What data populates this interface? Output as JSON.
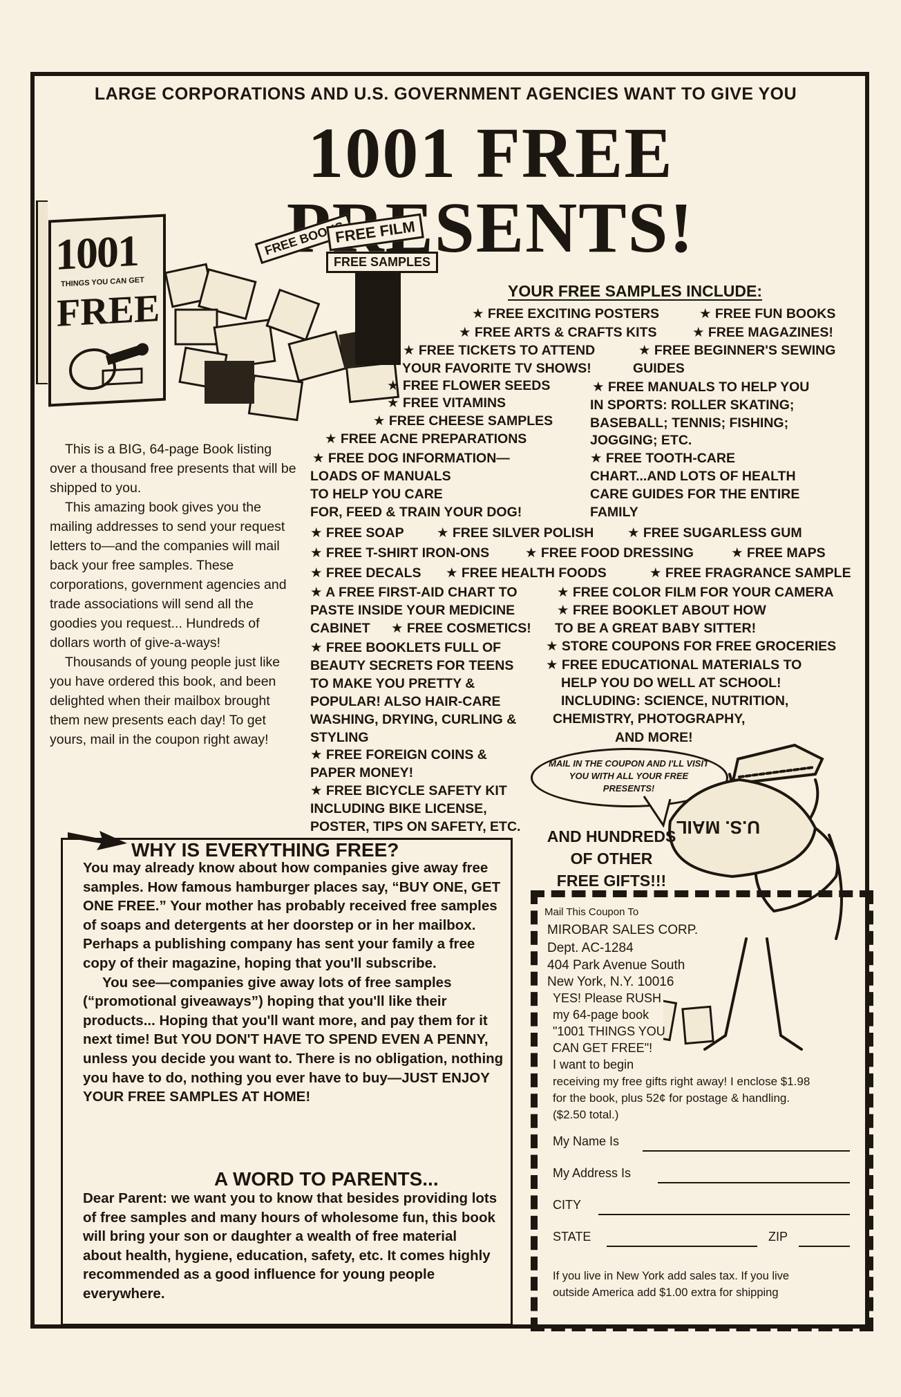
{
  "header": {
    "tagline": "LARGE CORPORATIONS AND U.S. GOVERNMENT AGENCIES WANT TO GIVE YOU",
    "title_line1": "1001 FREE",
    "title_line2": "PRESENTS!"
  },
  "book": {
    "number": "1001",
    "small_text": "THINGS YOU CAN GET",
    "big_word": "FREE",
    "tags": [
      "FREE BOOKS",
      "FREE FILM",
      "FREE SAMPLES"
    ]
  },
  "samples": {
    "heading": "YOUR FREE SAMPLES INCLUDE:",
    "lines": [
      "★ FREE EXCITING POSTERS",
      "★ FREE FUN BOOKS",
      "★ FREE ARTS & CRAFTS KITS",
      "★ FREE MAGAZINES!",
      "★ FREE TICKETS TO ATTEND",
      "YOUR FAVORITE TV SHOWS!",
      "★ FREE BEGINNER'S SEWING",
      "GUIDES",
      "★ FREE FLOWER SEEDS",
      "★ FREE VITAMINS",
      "★ FREE CHEESE SAMPLES",
      "★ FREE ACNE PREPARATIONS",
      "★ FREE MANUALS TO HELP YOU",
      "IN SPORTS: ROLLER SKATING;",
      "BASEBALL; TENNIS; FISHING;",
      "JOGGING; ETC.",
      "★ FREE DOG INFORMATION—",
      "LOADS OF MANUALS",
      "TO HELP YOU CARE",
      "FOR, FEED & TRAIN YOUR DOG!",
      "★ FREE TOOTH-CARE",
      "CHART...AND LOTS OF HEALTH",
      "CARE GUIDES FOR THE ENTIRE",
      "FAMILY",
      "★ FREE SOAP",
      "★ FREE SILVER POLISH",
      "★ FREE SUGARLESS GUM",
      "★ FREE T-SHIRT IRON-ONS",
      "★ FREE FOOD DRESSING",
      "★ FREE MAPS",
      "★ FREE DECALS",
      "★ FREE HEALTH FOODS",
      "★ FREE FRAGRANCE SAMPLE",
      "★ A FREE FIRST-AID CHART TO",
      "PASTE INSIDE YOUR MEDICINE",
      "CABINET",
      "★ FREE COSMETICS!",
      "★ FREE COLOR FILM FOR YOUR CAMERA",
      "★ FREE BOOKLET ABOUT HOW",
      "TO BE A GREAT BABY SITTER!",
      "★ FREE BOOKLETS FULL OF",
      "BEAUTY SECRETS FOR TEENS",
      "TO MAKE YOU PRETTY &",
      "POPULAR! ALSO HAIR-CARE",
      "WASHING, DRYING, CURLING &",
      "STYLING",
      "★ STORE COUPONS FOR FREE GROCERIES",
      "★ FREE EDUCATIONAL MATERIALS TO",
      "HELP YOU DO WELL AT SCHOOL!",
      "INCLUDING: SCIENCE, NUTRITION,",
      "CHEMISTRY, PHOTOGRAPHY,",
      "AND MORE!",
      "★ FREE FOREIGN COINS &",
      "PAPER MONEY!",
      "★ FREE BICYCLE SAFETY KIT",
      "INCLUDING BIKE LICENSE,",
      "POSTER, TIPS ON SAFETY, ETC."
    ]
  },
  "intro": {
    "paragraphs": [
      "This is a BIG, 64-page Book listing over a thousand free presents that will be shipped to you.",
      "This amazing book gives you the mailing addresses to send your request letters to—and the companies will mail back your free samples. These corporations, government agencies and trade associations will send all the goodies you request... Hundreds of dollars worth of give-a-ways!",
      "Thousands of young people just like you have ordered this book, and been delighted when their mailbox brought them new presents each day! To get yours, mail in the coupon right away!"
    ]
  },
  "why": {
    "title": "WHY IS EVERYTHING FREE?",
    "paragraphs": [
      "You may already know about how companies give away free samples. How famous hamburger places say, “BUY ONE, GET ONE FREE.” Your mother has probably received free samples of soaps and detergents at her doorstep or in her mailbox. Perhaps a publishing company has sent your family a free copy of their magazine, hoping that you'll subscribe.",
      "You see—companies give away lots of free samples (“promotional giveaways”) hoping that you'll like their products... Hoping that you'll want more, and pay them for it next time! But YOU DON'T HAVE TO SPEND EVEN A PENNY, unless you decide you want to. There is no obligation, nothing you have to do, nothing you ever have to buy—JUST ENJOY YOUR FREE SAMPLES AT HOME!"
    ],
    "parents_title": "A WORD TO PARENTS...",
    "parents_body": "Dear Parent: we want you to know that besides providing lots of free samples and many hours of wholesome fun, this book will bring your son or daughter a wealth of free material about health, hygiene, education, safety, etc. It comes highly recommended as a good influence for young people everywhere."
  },
  "bubble": {
    "text": "MAIL IN THE COUPON AND I'LL VISIT YOU WITH ALL YOUR FREE PRESENTS!"
  },
  "mailbag": "U.S. MAIL",
  "hundreds": [
    "AND HUNDREDS",
    "OF OTHER",
    "FREE GIFTS!!!"
  ],
  "coupon": {
    "lead": "Mail This Coupon To",
    "company": "MIROBAR SALES CORP.",
    "dept": "Dept. AC-1284",
    "street": "404 Park Avenue South",
    "city": "New York, N.Y. 10016",
    "order_lines": [
      "YES! Please RUSH",
      "my 64-page book",
      "\"1001 THINGS YOU",
      "CAN GET FREE\"!",
      "I want to begin",
      "receiving my free gifts right away! I enclose $1.98",
      "for the book, plus 52¢ for postage & handling.",
      "($2.50 total.)"
    ],
    "fields": {
      "name": "My Name Is",
      "address": "My Address Is",
      "city": "CITY",
      "state": "STATE",
      "zip": "ZIP"
    },
    "footer_lines": [
      "If you live in New York add sales tax. If you live",
      "outside America add $1.00 extra for shipping"
    ]
  }
}
